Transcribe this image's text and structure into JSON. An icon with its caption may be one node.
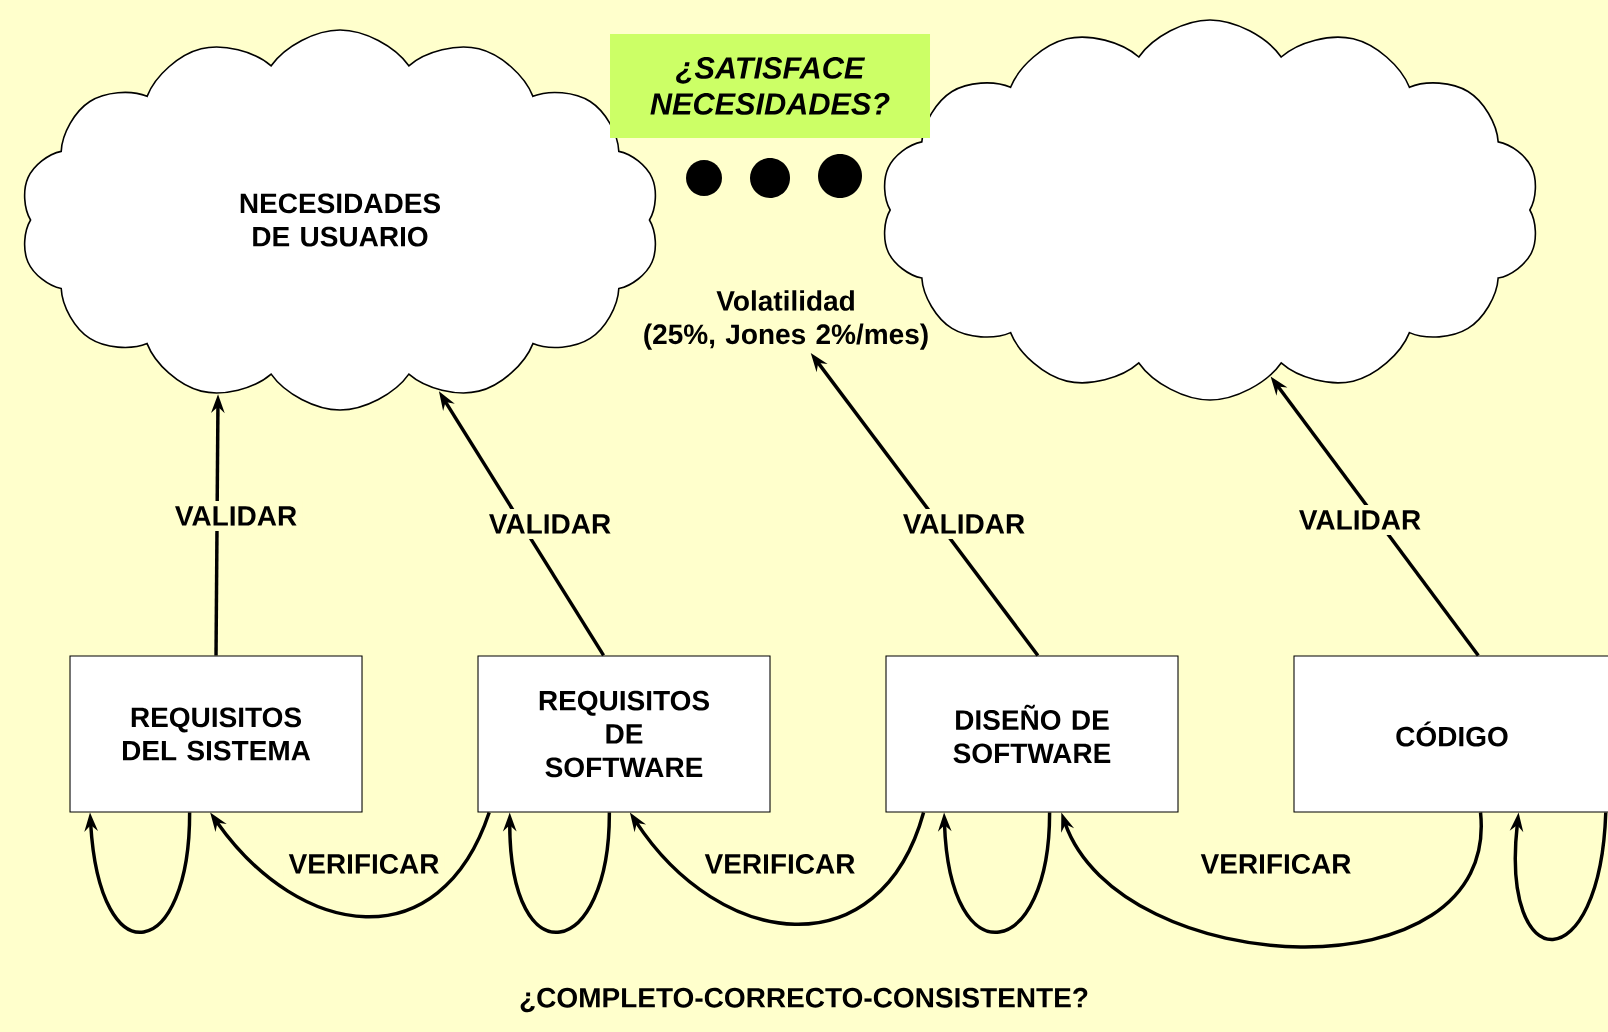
{
  "diagram": {
    "nodes": [
      {
        "text": [
          "NECESIDADES DE USUARIO"
        ]
      },
      {
        "text": [],
        "shape": "cloud"
      },
      {
        "text": [
          "¿SATISFACE NECESIDADES?"
        ]
      },
      {
        "text": [
          "REQUISITOS DEL SISTEMA"
        ]
      },
      {
        "text": [
          "REQUISITOS DE SOFTWARE"
        ]
      },
      {
        "text": [
          "DISEÑO DE SOFTWARE"
        ]
      },
      {
        "text": [
          "CÓDIGO"
        ]
      },
      {
        "text": [
          "Volatilidad",
          "(25%, Jones 2%/mes)"
        ]
      }
    ],
    "edges": [
      {
        "from": 3,
        "to": 0,
        "arrow": "to",
        "label": "VALIDAR"
      },
      {
        "from": 4,
        "to": 0,
        "arrow": "to",
        "label": "VALIDAR"
      },
      {
        "from": 5,
        "to": 7,
        "arrow": "to",
        "label": "VALIDAR"
      },
      {
        "from": 6,
        "to": 1,
        "arrow": "to",
        "label": "VALIDAR"
      },
      {
        "from": 3,
        "to": 3,
        "arrow": "to"
      },
      {
        "from": 4,
        "to": 3,
        "arrow": "to",
        "label": "VERIFICAR"
      },
      {
        "from": 4,
        "to": 4,
        "arrow": "to"
      },
      {
        "from": 5,
        "to": 4,
        "arrow": "to",
        "label": "VERIFICAR"
      },
      {
        "from": 5,
        "to": 5,
        "arrow": "to"
      },
      {
        "from": 6,
        "to": 5,
        "arrow": "to",
        "label": "VERIFICAR"
      },
      {
        "from": 6,
        "to": 6,
        "arrow": "to"
      }
    ],
    "labels": [
      "¿COMPLETO-CORRECTO-CONSISTENTE?"
    ]
  }
}
